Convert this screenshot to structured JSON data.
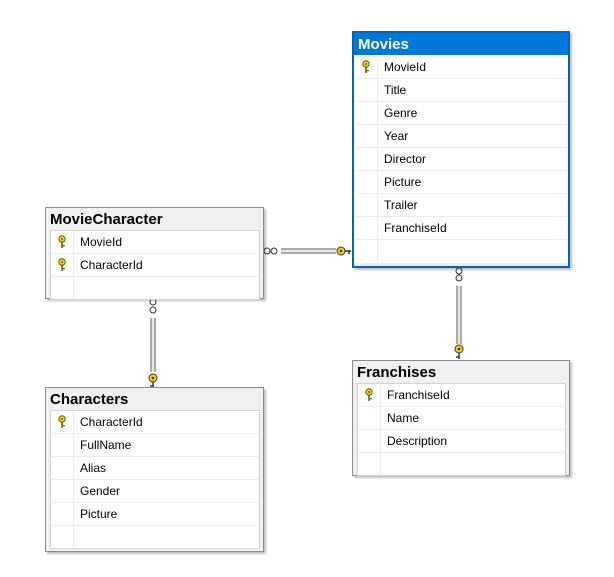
{
  "tables": {
    "movies": {
      "title": "Movies",
      "columns": [
        {
          "name": "MovieId",
          "primary_key": true
        },
        {
          "name": "Title",
          "primary_key": false
        },
        {
          "name": "Genre",
          "primary_key": false
        },
        {
          "name": "Year",
          "primary_key": false
        },
        {
          "name": "Director",
          "primary_key": false
        },
        {
          "name": "Picture",
          "primary_key": false
        },
        {
          "name": "Trailer",
          "primary_key": false
        },
        {
          "name": "FranchiseId",
          "primary_key": false
        }
      ]
    },
    "movie_character": {
      "title": "MovieCharacter",
      "columns": [
        {
          "name": "MovieId",
          "primary_key": true
        },
        {
          "name": "CharacterId",
          "primary_key": true
        }
      ]
    },
    "characters": {
      "title": "Characters",
      "columns": [
        {
          "name": "CharacterId",
          "primary_key": true
        },
        {
          "name": "FullName",
          "primary_key": false
        },
        {
          "name": "Alias",
          "primary_key": false
        },
        {
          "name": "Gender",
          "primary_key": false
        },
        {
          "name": "Picture",
          "primary_key": false
        }
      ]
    },
    "franchises": {
      "title": "Franchises",
      "columns": [
        {
          "name": "FranchiseId",
          "primary_key": true
        },
        {
          "name": "Name",
          "primary_key": false
        },
        {
          "name": "Description",
          "primary_key": false
        }
      ]
    }
  },
  "colors": {
    "selected_header": "#0078d7",
    "key_icon": "#f2d21b",
    "relationship_line": "#555555"
  }
}
